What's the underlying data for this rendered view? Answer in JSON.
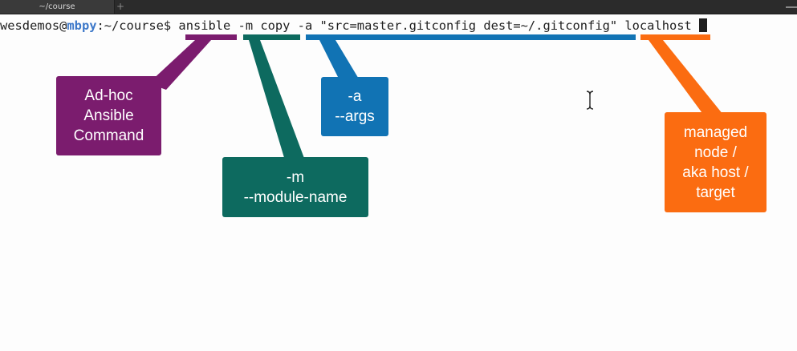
{
  "tab": {
    "title": "~/course",
    "add_symbol": "+"
  },
  "terminal": {
    "prompt_user": "wesdemos@",
    "prompt_host": "mbpy",
    "prompt_path": ":~/course$ ",
    "command": "ansible -m copy -a \"src=master.gitconfig dest=~/.gitconfig\" localhost "
  },
  "callouts": {
    "adhoc": {
      "lines": [
        "Ad-hoc",
        "Ansible",
        "Command"
      ],
      "color": "#7b1c6e"
    },
    "module": {
      "lines": [
        "-m",
        "--module-name"
      ],
      "color": "#0d6a5f"
    },
    "args": {
      "lines": [
        "-a",
        "--args"
      ],
      "color": "#1173b4"
    },
    "target": {
      "lines": [
        "managed",
        "node /",
        "aka host /",
        "target"
      ],
      "color": "#fb6c11"
    }
  }
}
